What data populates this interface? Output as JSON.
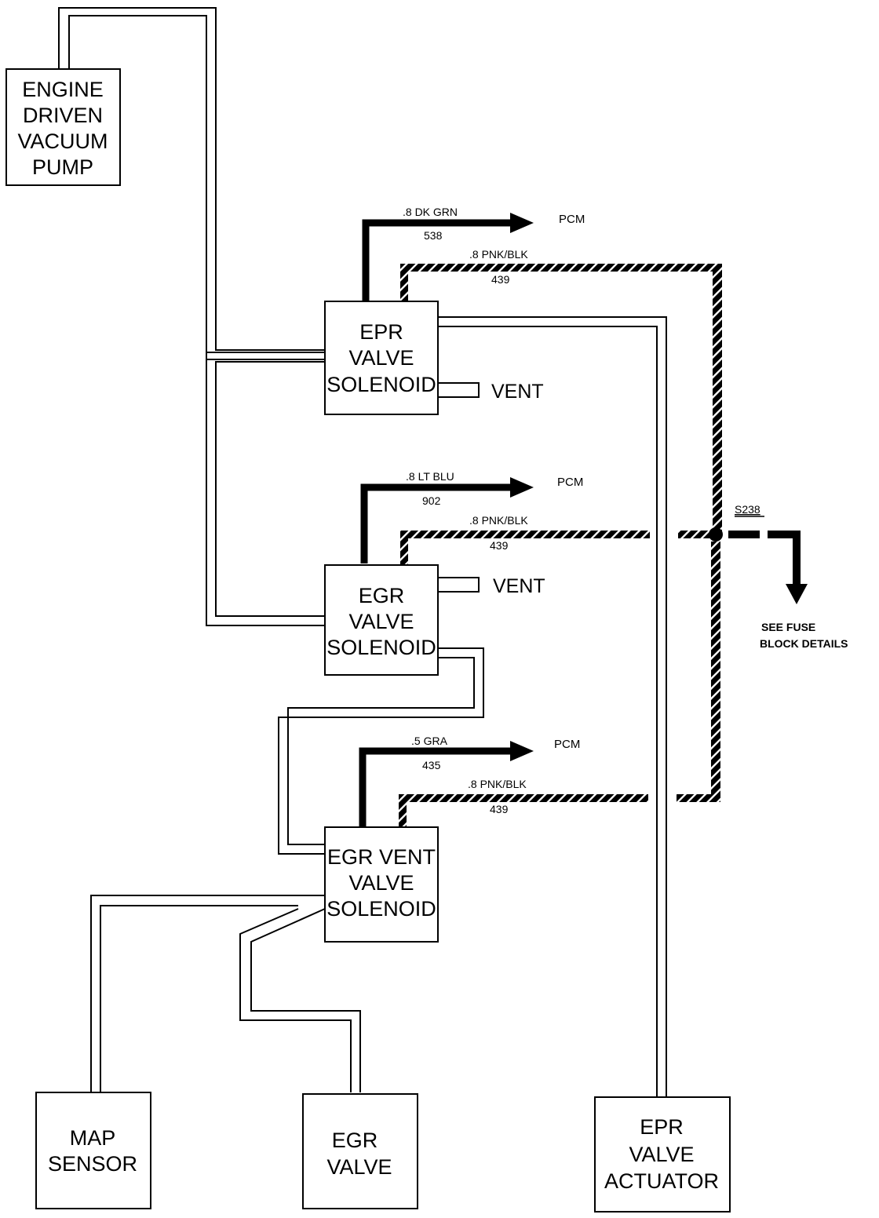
{
  "components": {
    "vacuum_pump": [
      "ENGINE",
      "DRIVEN",
      "VACUUM",
      "PUMP"
    ],
    "epr_solenoid": [
      "EPR",
      "VALVE",
      "SOLENOID"
    ],
    "egr_solenoid": [
      "EGR",
      "VALVE",
      "SOLENOID"
    ],
    "egr_vent_solenoid": [
      "EGR VENT",
      "VALVE",
      "SOLENOID"
    ],
    "map_sensor": [
      "MAP",
      "SENSOR"
    ],
    "egr_valve": [
      "EGR",
      "VALVE"
    ],
    "epr_actuator": [
      "EPR",
      "VALVE",
      "ACTUATOR"
    ]
  },
  "vents": {
    "epr": "VENT",
    "egr": "VENT"
  },
  "wires": {
    "epr_signal": {
      "color": ".8 DK GRN",
      "circuit": "538",
      "dest": "PCM"
    },
    "epr_power": {
      "color": ".8 PNK/BLK",
      "circuit": "439"
    },
    "egr_signal": {
      "color": ".8 LT BLU",
      "circuit": "902",
      "dest": "PCM"
    },
    "egr_power": {
      "color": ".8 PNK/BLK",
      "circuit": "439"
    },
    "vent_signal": {
      "color": ".5 GRA",
      "circuit": "435",
      "dest": "PCM"
    },
    "vent_power": {
      "color": ".8 PNK/BLK",
      "circuit": "439"
    }
  },
  "splice": {
    "id": "S238",
    "note": [
      "SEE FUSE",
      "BLOCK DETAILS"
    ]
  },
  "colors": {
    "line": "#000000",
    "background": "#ffffff"
  }
}
